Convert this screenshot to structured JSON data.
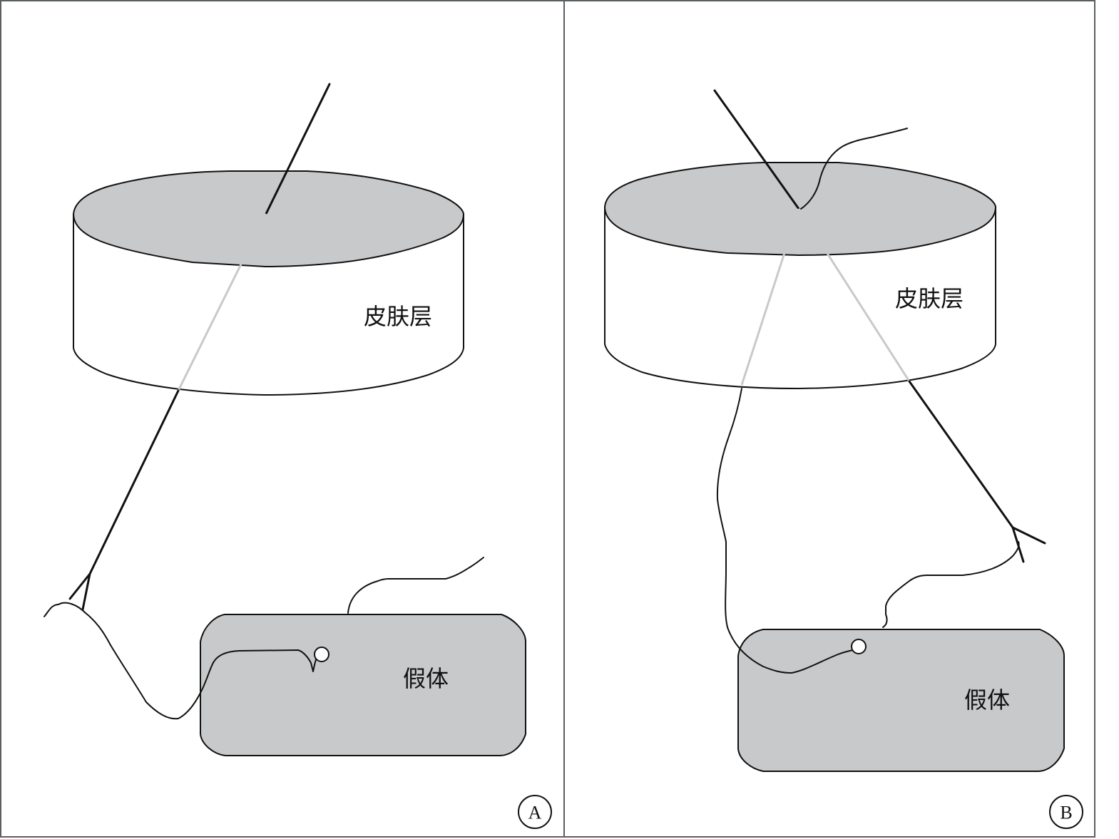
{
  "panels": [
    {
      "id": "A",
      "skin_label": "皮肤层",
      "implant_label": "假体",
      "badge": "A"
    },
    {
      "id": "B",
      "skin_label": "皮肤层",
      "implant_label": "假体",
      "badge": "B"
    }
  ],
  "colors": {
    "frame": "#5a5f62",
    "tissue_fill": "#c8c9cb",
    "line": "#111111",
    "hidden_needle": "#c9c9c9",
    "background": "#ffffff"
  }
}
